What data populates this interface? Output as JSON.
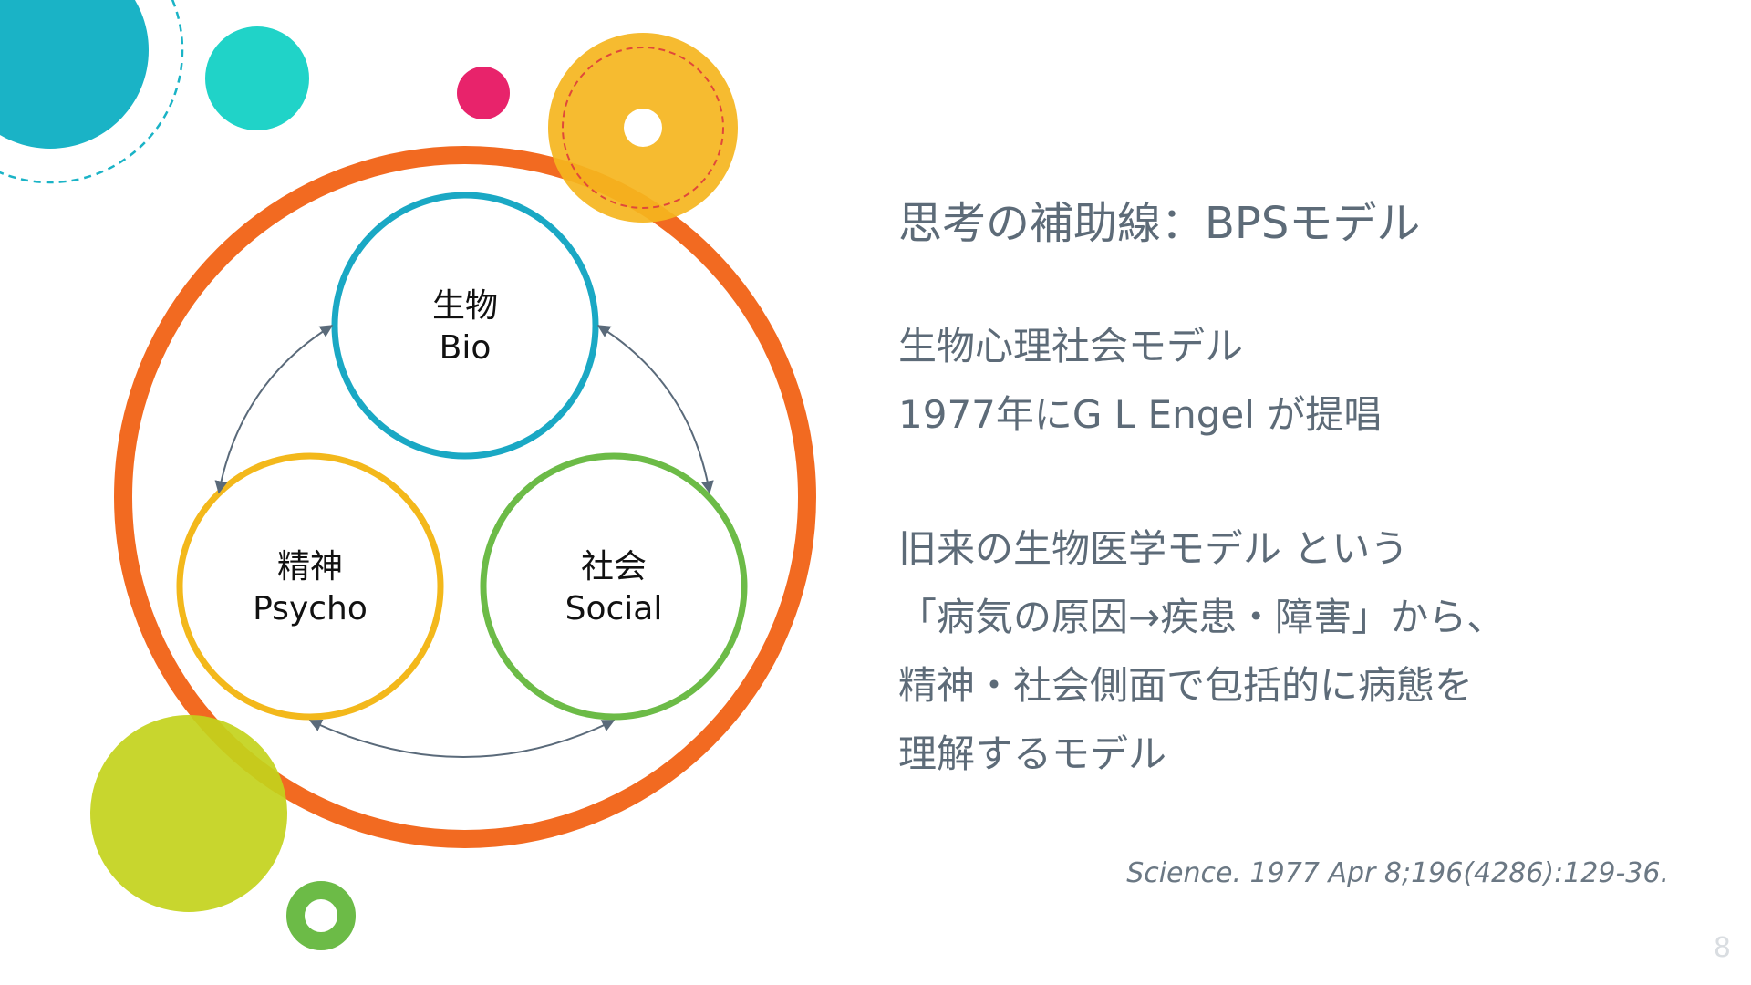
{
  "slide": {
    "title": "思考の補助線：BPSモデル",
    "paragraph1": [
      "生物心理社会モデル",
      "1977年にG L Engel が提唱"
    ],
    "paragraph2": [
      "旧来の生物医学モデル という",
      "「病気の原因→疾患・障害」から、",
      "精神・社会側面で包括的に病態を",
      "理解するモデル"
    ],
    "citation": "Science. 1977 Apr 8;196(4286):129-36.",
    "page_number": "8"
  },
  "diagram": {
    "nodes": [
      {
        "id": "bio",
        "label_ja": "生物",
        "label_en": "Bio",
        "color": "#1aa8c4"
      },
      {
        "id": "psycho",
        "label_ja": "精神",
        "label_en": "Psycho",
        "color": "#f3b81b"
      },
      {
        "id": "social",
        "label_ja": "社会",
        "label_en": "Social",
        "color": "#6cbb47"
      }
    ],
    "outer_ring_color": "#f26a21",
    "arrow_color": "#5a6a7a"
  },
  "colors": {
    "text": "#5d6b78",
    "teal": "#1ab3c6",
    "turquoise": "#20d3c8",
    "magenta": "#e8236b",
    "yellow": "#f5b51e",
    "lime": "#c3d21c",
    "green": "#6cbb47"
  }
}
